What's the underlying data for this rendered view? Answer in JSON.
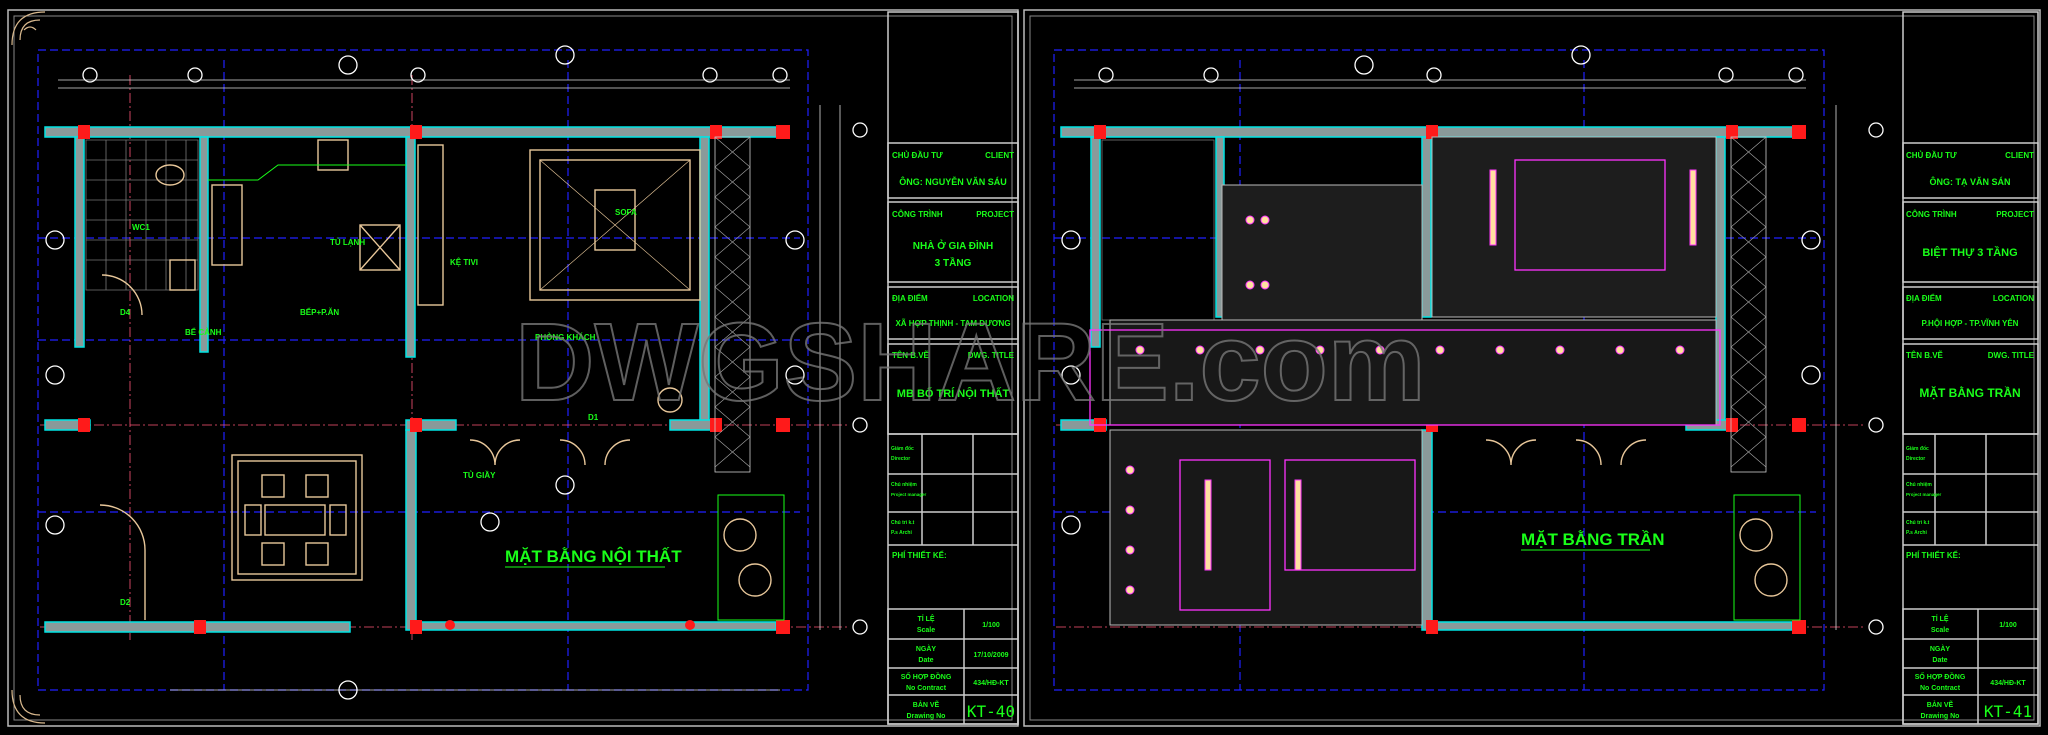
{
  "watermark": "DWGSHARE.com",
  "colors": {
    "text": "#19ff19",
    "walls": "#00e5e5",
    "columns": "#ff1a1a",
    "furniture": "#e8c79a",
    "grid": "#2020ff",
    "ceiling": "#ff33ff"
  },
  "sheets": [
    {
      "plan_title": "MẶT BẰNG NỘI THẤT",
      "rooms": [
        "WC1",
        "BẾP+P.ĂN",
        "PHÒNG KHÁCH",
        "SOFA",
        "TỦ LẠNH",
        "KỆ TIVI",
        "TỦ GIẦY",
        "BỂ CẢNH",
        "D1",
        "D2",
        "D4"
      ],
      "title_block": {
        "client_label": "CHỦ ĐẦU TƯ",
        "client_label_en": "CLIENT",
        "client": "ÔNG: NGUYỄN VĂN SÁU",
        "project_label": "CÔNG TRÌNH",
        "project_label_en": "PROJECT",
        "project_line1": "NHÀ Ở GIA ĐÌNH",
        "project_line2": "3 TẦNG",
        "location_label": "ĐỊA ĐIỂM",
        "location_label_en": "LOCATION",
        "location": "XÃ HỢP THỊNH - TAM DƯƠNG",
        "title_label": "TÊN B.VẼ",
        "title_label_en": "DWG. TITLE",
        "title": "MB BỐ TRÍ NỘI THẤT",
        "role1": "Giám đốc",
        "role1_en": "Director",
        "role2": "Chủ nhiệm",
        "role2_en": "Project manager",
        "role3": "Chủ trì k.t",
        "role3_en": "P.s Archi",
        "fee_label": "PHÍ THIẾT KẾ:",
        "scale_label": "TỈ LỆ",
        "scale_label_en": "Scale",
        "scale": "1/100",
        "date_label": "NGÀY",
        "date_label_en": "Date",
        "date": "17/10/2009",
        "contract_label": "SỐ HỢP ĐỒNG",
        "contract_label_en": "No Contract",
        "contract": "434/HĐ-KT",
        "drawing_label": "BẢN VẼ",
        "drawing_label_en": "Drawing No",
        "drawing": "KT-40"
      }
    },
    {
      "plan_title": "MẶT BẰNG TRẦN",
      "title_block": {
        "client_label": "CHỦ ĐẦU TƯ",
        "client_label_en": "CLIENT",
        "client": "ÔNG: TẠ VĂN SÁN",
        "project_label": "CÔNG TRÌNH",
        "project_label_en": "PROJECT",
        "project_line1": "BIỆT THỰ 3 TẦNG",
        "project_line2": "",
        "location_label": "ĐỊA ĐIỂM",
        "location_label_en": "LOCATION",
        "location": "P.HỘI HỢP - TP.VĨNH YÊN",
        "title_label": "TÊN B.VẼ",
        "title_label_en": "DWG. TITLE",
        "title": "MẶT BẰNG TRẦN",
        "role1": "Giám đốc",
        "role1_en": "Director",
        "role2": "Chủ nhiệm",
        "role2_en": "Project manager",
        "role3": "Chủ trì k.t",
        "role3_en": "P.s Archi",
        "fee_label": "PHÍ THIẾT KẾ:",
        "scale_label": "TỈ LỆ",
        "scale_label_en": "Scale",
        "scale": "1/100",
        "date_label": "NGÀY",
        "date_label_en": "Date",
        "date": "",
        "contract_label": "SỐ HỢP ĐỒNG",
        "contract_label_en": "No Contract",
        "contract": "434/HĐ-KT",
        "drawing_label": "BẢN VẼ",
        "drawing_label_en": "Drawing No",
        "drawing": "KT-41"
      }
    }
  ]
}
